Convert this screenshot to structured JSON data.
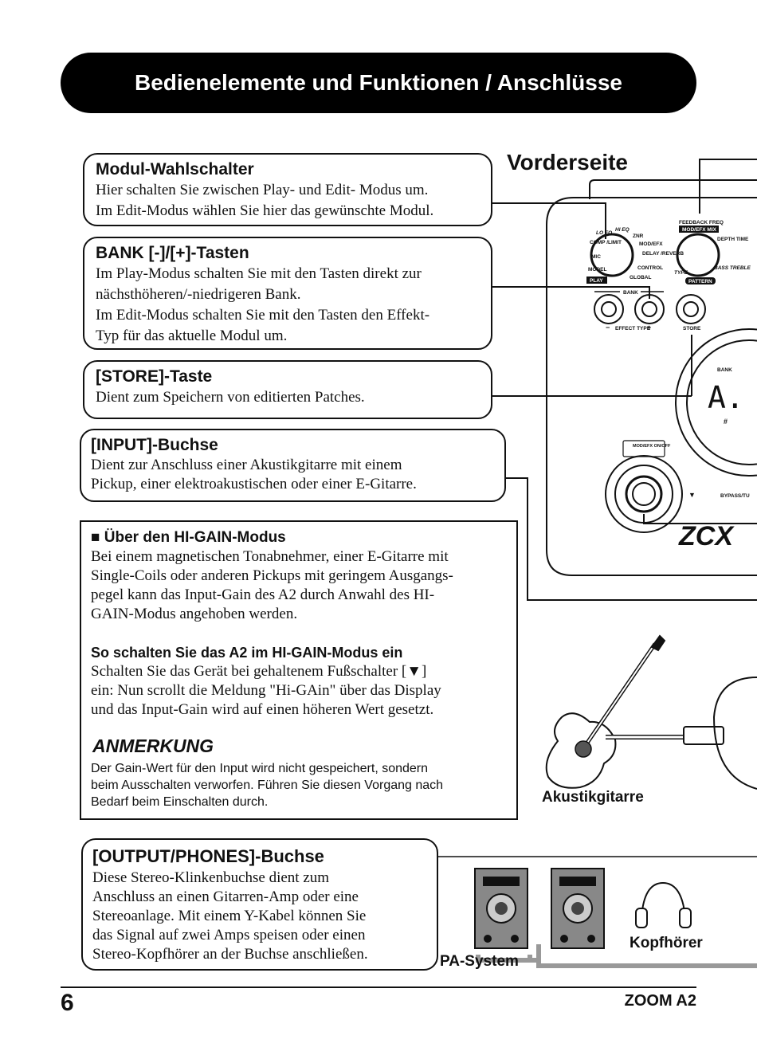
{
  "title": "Bedienelemente und Funktionen / Anschlüsse",
  "front_label": "Vorderseite",
  "sections": {
    "modul": {
      "heading": "Modul-Wahlschalter",
      "lines": [
        "Hier schalten Sie zwischen Play- und Edit- Modus um.",
        "Im Edit-Modus wählen Sie hier das gewünschte Modul."
      ]
    },
    "bank": {
      "heading": "BANK [-]/[+]-Tasten",
      "lines": [
        "Im Play-Modus schalten Sie mit den Tasten direkt zur",
        "nächsthöheren/-niedrigeren Bank.",
        "Im Edit-Modus schalten Sie mit den Tasten den Effekt-",
        "Typ für das aktuelle Modul um."
      ]
    },
    "store": {
      "heading": "[STORE]-Taste",
      "lines": [
        "Dient zum Speichern von editierten Patches."
      ]
    },
    "input": {
      "heading": "[INPUT]-Buchse",
      "lines": [
        "Dient zur Anschluss einer Akustikgitarre mit einem",
        "Pickup, einer elektroakustischen oder einer E-Gitarre."
      ]
    },
    "output": {
      "heading": "[OUTPUT/PHONES]-Buchse",
      "lines": [
        "Diese Stereo-Klinkenbuchse dient zum",
        "Anschluss an einen Gitarren-Amp oder eine",
        "Stereoanlage. Mit einem Y-Kabel können Sie",
        "das Signal auf zwei Amps speisen oder einen",
        "Stereo-Kopfhörer an der Buchse anschließen."
      ]
    }
  },
  "note": {
    "heading": "■ Über den HI-GAIN-Modus",
    "body": [
      "Bei einem magnetischen Tonabnehmer, einer E-Gitarre mit",
      "Single-Coils oder anderen Pickups mit geringem Ausgangs-",
      "pegel kann das Input-Gain des A2 durch Anwahl des HI-",
      "GAIN-Modus angehoben werden."
    ],
    "subheading": "So schalten Sie das A2 im HI-GAIN-Modus ein",
    "steps": [
      "Schalten Sie das Gerät bei gehaltenem Fußschalter  [▼]",
      "ein: Nun scrollt die Meldung \"Hi-GAin\" über das Display",
      "und das Input-Gain wird auf einen höheren Wert gesetzt."
    ],
    "remark_title": "ANMERKUNG",
    "remark": [
      "Der Gain-Wert für den Input wird nicht gespeichert, sondern",
      "beim Ausschalten verworfen. Führen Sie diesen Vorgang nach",
      "Bedarf beim Einschalten durch."
    ]
  },
  "device": {
    "knob_labels": [
      "LO EQ",
      "HI EQ",
      "ZNR",
      "COMP /LIMIT",
      "MIC",
      "MOD/EFX",
      "DELAY /REVERB",
      "MODEL",
      "CONTROL",
      "GLOBAL",
      "PLAY"
    ],
    "right_labels": [
      "FEEDBACK FREQ",
      "MOD/EFX MIX",
      "DEPTH TIME",
      "TYPE",
      "BASS TREBLE",
      "PATTERN"
    ],
    "bank_label": "BANK",
    "effect_type_label": "EFFECT TYPE",
    "minus": "−",
    "plus": "+",
    "store_label": "STORE",
    "display_bank": "BANK",
    "display_char": "A.",
    "display_sharp": "#",
    "footswitch_label": "MOD/EFX ON/OFF",
    "bypass_label": "BYPASS/TU",
    "logo": "ZCX"
  },
  "labels": {
    "guitar": "Akustikgitarre",
    "pa": "PA-System",
    "headphones": "Kopfhörer"
  },
  "footer": {
    "page": "6",
    "model": "ZOOM A2"
  }
}
